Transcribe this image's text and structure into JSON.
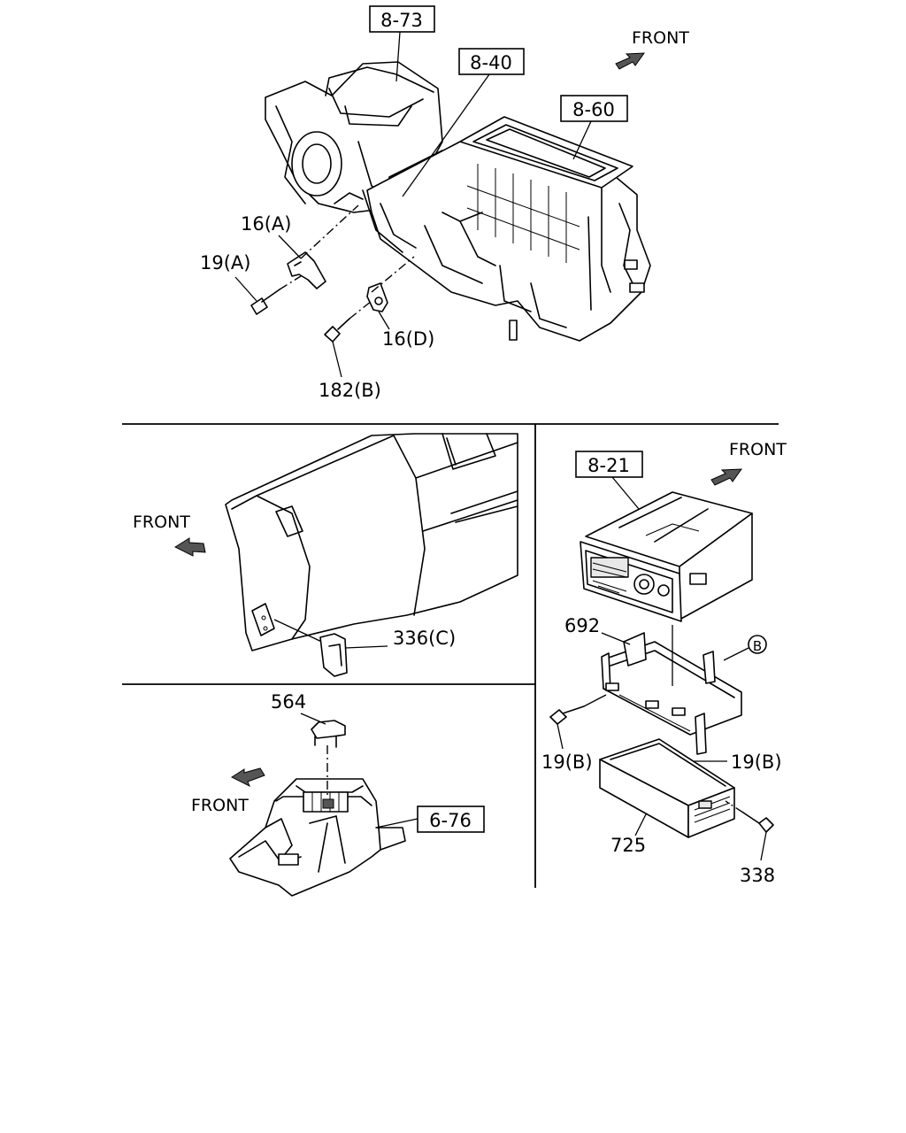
{
  "labels": {
    "ref_8_73": "8-73",
    "ref_8_40": "8-40",
    "ref_8_60": "8-60",
    "ref_8_21": "8-21",
    "ref_6_76": "6-76",
    "front_top": "FRONT",
    "front_left": "FRONT",
    "front_right": "FRONT",
    "front_bottom": "FRONT",
    "part_16a": "16(A)",
    "part_19a": "19(A)",
    "part_16d": "16(D)",
    "part_182b": "182(B)",
    "part_336c": "336(C)",
    "part_564": "564",
    "part_692": "692",
    "part_19b_left": "19(B)",
    "part_19b_right": "19(B)",
    "part_725": "725",
    "part_338": "338",
    "circle_b": "B"
  }
}
